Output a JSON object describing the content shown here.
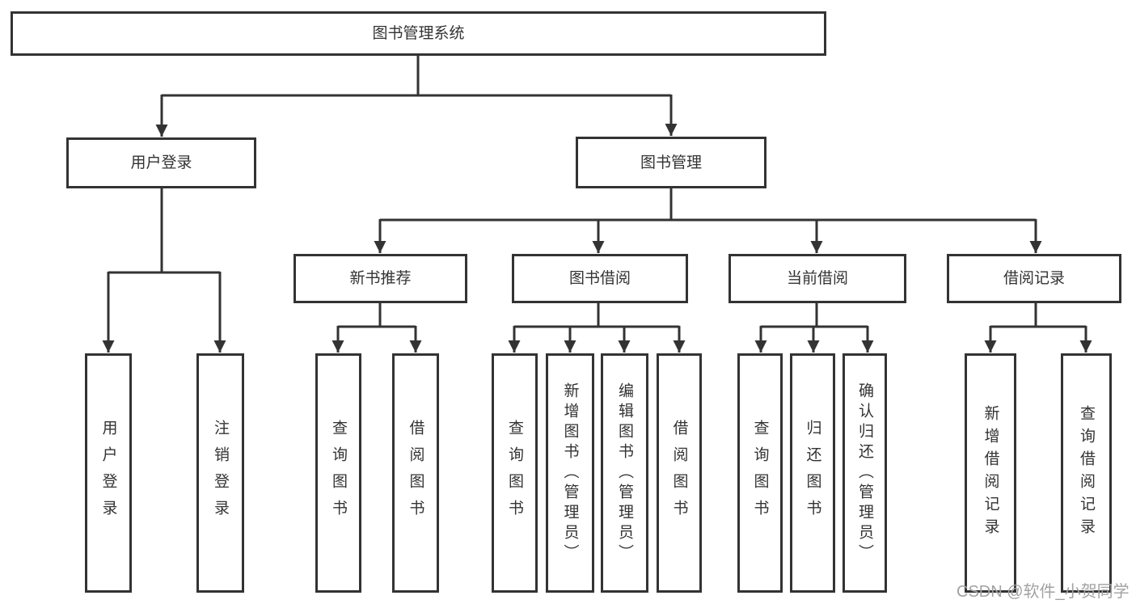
{
  "diagram": {
    "title": "图书管理系统",
    "type": "hierarchy-tree",
    "levels": 3
  },
  "nodes": {
    "root": {
      "label": "图书管理系统"
    },
    "user_login_group": {
      "label": "用户登录"
    },
    "book_management": {
      "label": "图书管理"
    },
    "new_book_recommend": {
      "label": "新书推荐"
    },
    "book_borrowing": {
      "label": "图书借阅"
    },
    "current_borrowing": {
      "label": "当前借阅"
    },
    "borrowing_records": {
      "label": "借阅记录"
    },
    "leaf_user_login": {
      "label": "用户登录"
    },
    "leaf_logout": {
      "label": "注销登录"
    },
    "leaf_query_books_a": {
      "label": "查询图书"
    },
    "leaf_borrow_books_a": {
      "label": "借阅图书"
    },
    "leaf_query_books_b": {
      "label": "查询图书"
    },
    "leaf_add_book_admin": {
      "label": "新增图书（管理员）"
    },
    "leaf_edit_book_admin": {
      "label": "编辑图书（管理员）"
    },
    "leaf_borrow_books_b": {
      "label": "借阅图书"
    },
    "leaf_query_books_c": {
      "label": "查询图书"
    },
    "leaf_return_books": {
      "label": "归还图书"
    },
    "leaf_confirm_return_admin": {
      "label": "确认归还（管理员）"
    },
    "leaf_add_borrow_record": {
      "label": "新增借阅记录"
    },
    "leaf_query_borrow_record": {
      "label": "查询借阅记录"
    }
  },
  "edges": [
    "图书管理系统→用户登录",
    "图书管理系统→图书管理",
    "用户登录→用户登录",
    "用户登录→注销登录",
    "图书管理→新书推荐",
    "图书管理→图书借阅",
    "图书管理→当前借阅",
    "图书管理→借阅记录",
    "新书推荐→查询图书",
    "新书推荐→借阅图书",
    "图书借阅→查询图书",
    "图书借阅→新增图书（管理员）",
    "图书借阅→编辑图书（管理员）",
    "图书借阅→借阅图书",
    "当前借阅→查询图书",
    "当前借阅→归还图书",
    "当前借阅→确认归还（管理员）",
    "借阅记录→新增借阅记录",
    "借阅记录→查询借阅记录"
  ],
  "watermark": {
    "text": "CSDN @软件_小贺同学"
  },
  "colors": {
    "line": "#333333",
    "box_border": "#333333",
    "text": "#333333",
    "box_background": "#ffffff",
    "watermark": "#a2a2a6",
    "page_background": "#ffffff"
  }
}
